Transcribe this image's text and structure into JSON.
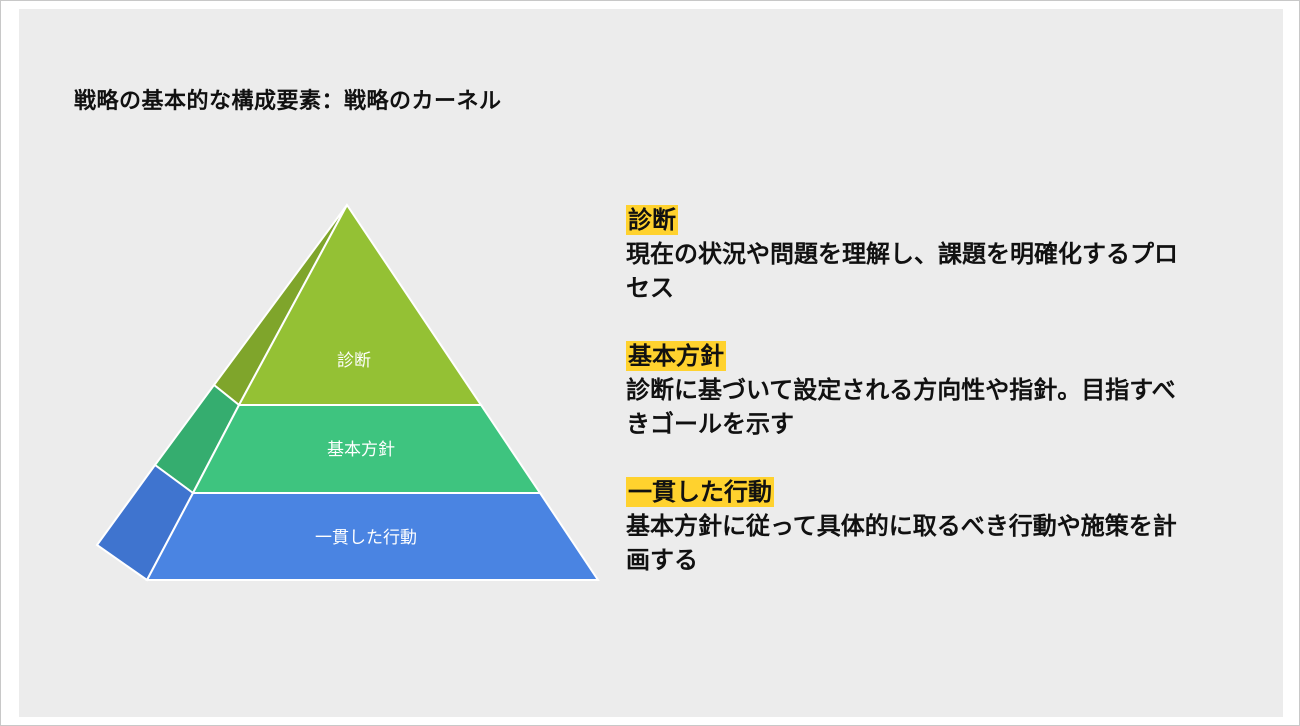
{
  "title": "戦略の基本的な構成要素：戦略のカーネル",
  "pyramid": {
    "top_label": "診断",
    "middle_label": "基本方針",
    "bottom_label": "一貫した行動",
    "colors": {
      "top_front": "#94c134",
      "top_side": "#7fa52b",
      "middle_front": "#3ec47f",
      "middle_side": "#35ad6f",
      "bottom_front": "#4a84e2",
      "bottom_side": "#3f74cf"
    }
  },
  "descriptions": [
    {
      "heading": "診断",
      "body": "現在の状況や問題を理解し、課題を明確化するプロセス"
    },
    {
      "heading": "基本方針",
      "body": "診断に基づいて設定される方向性や指針。目指すべきゴールを示す"
    },
    {
      "heading": "一貫した行動",
      "body": "基本方針に従って具体的に取るべき行動や施策を計画する"
    }
  ],
  "accent_color": "#ffd22e"
}
